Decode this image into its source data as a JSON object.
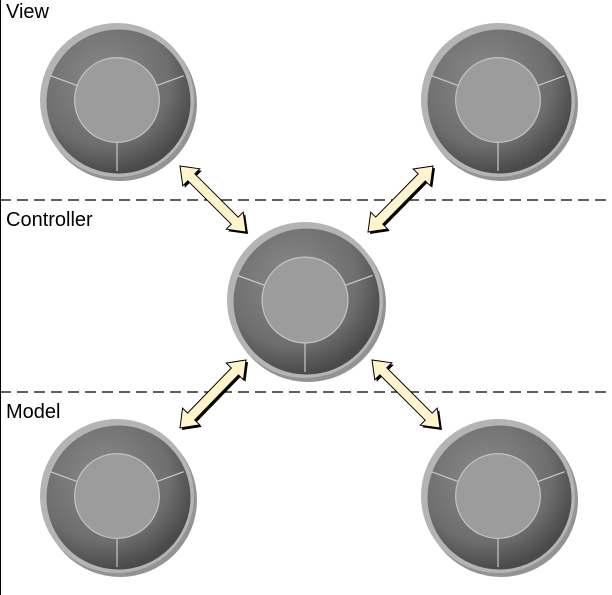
{
  "layers": {
    "view": "View",
    "controller": "Controller",
    "model": "Model"
  },
  "nodes": [
    {
      "id": "view-left",
      "layer": "view"
    },
    {
      "id": "view-right",
      "layer": "view"
    },
    {
      "id": "controller",
      "layer": "controller"
    },
    {
      "id": "model-left",
      "layer": "model"
    },
    {
      "id": "model-right",
      "layer": "model"
    }
  ],
  "connections": [
    {
      "from": "view-left",
      "to": "controller",
      "direction": "bidirectional"
    },
    {
      "from": "view-right",
      "to": "controller",
      "direction": "bidirectional"
    },
    {
      "from": "model-left",
      "to": "controller",
      "direction": "bidirectional"
    },
    {
      "from": "model-right",
      "to": "controller",
      "direction": "bidirectional"
    }
  ],
  "colors": {
    "component_outer": "#6e6e6e",
    "component_rim_light": "#b4b4b4",
    "component_inner": "#9c9c9c",
    "arrow_fill": "#fff4cc",
    "arrow_stroke": "#000000",
    "divider": "#000000"
  }
}
